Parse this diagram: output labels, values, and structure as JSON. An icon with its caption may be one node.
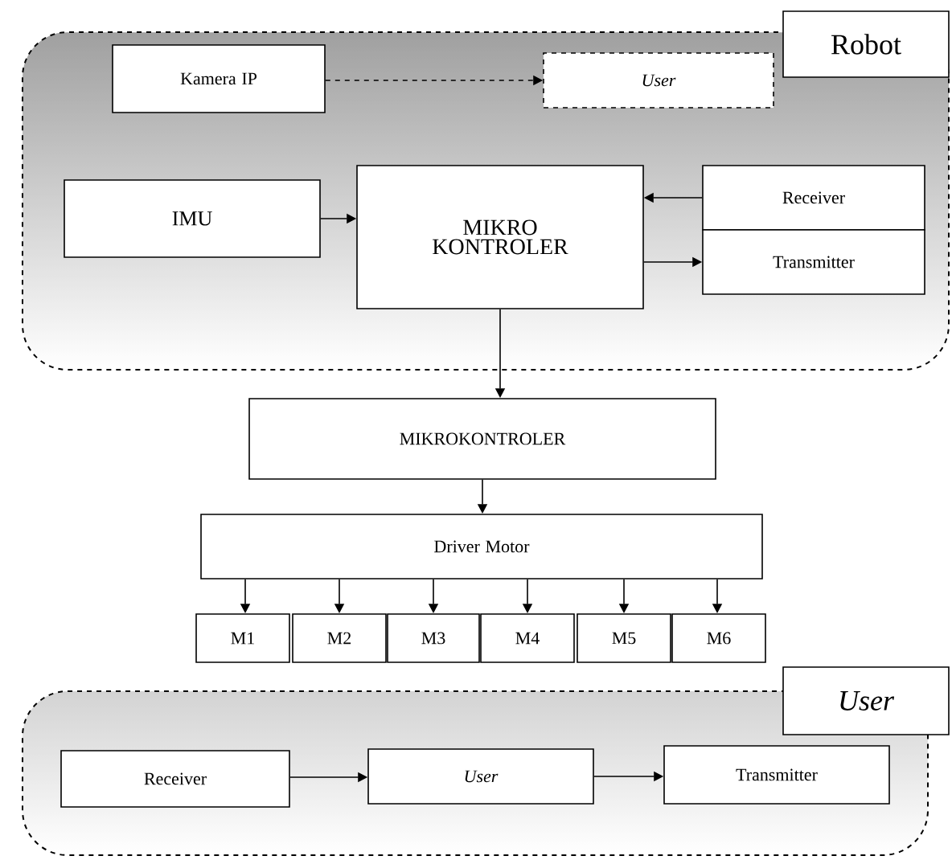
{
  "diagram": {
    "nodes": [
      {
        "text": [
          "Robot"
        ]
      },
      {
        "text": [
          "Kamera IP"
        ],
        "in": 0
      },
      {
        "text": [
          "User"
        ],
        "in": 0
      },
      {
        "text": [
          "IMU"
        ],
        "in": 0
      },
      {
        "text": [
          "MIKRO KONTROLER"
        ],
        "in": 0
      },
      {
        "text": [
          "Receiver"
        ],
        "in": 0
      },
      {
        "text": [
          "Transmitter"
        ],
        "in": 0
      },
      {
        "text": [
          "MIKROKONTROLER"
        ]
      },
      {
        "text": [
          "Driver Motor"
        ]
      },
      {
        "text": [
          "M1"
        ]
      },
      {
        "text": [
          "M2"
        ]
      },
      {
        "text": [
          "M3"
        ]
      },
      {
        "text": [
          "M4"
        ]
      },
      {
        "text": [
          "M5"
        ]
      },
      {
        "text": [
          "M6"
        ]
      },
      {
        "text": [
          "User"
        ]
      },
      {
        "text": [
          "Receiver"
        ],
        "in": 15
      },
      {
        "text": [
          "User"
        ],
        "in": 15
      },
      {
        "text": [
          "Transmitter"
        ],
        "in": 15
      }
    ],
    "edges": [
      {
        "from": 1,
        "to": 2,
        "arrow": "to",
        "style": "dashed"
      },
      {
        "from": 3,
        "to": 4,
        "arrow": "to"
      },
      {
        "from": 5,
        "to": 4,
        "arrow": "to"
      },
      {
        "from": 4,
        "to": 6,
        "arrow": "to"
      },
      {
        "from": 4,
        "to": 7,
        "arrow": "to"
      },
      {
        "from": 7,
        "to": 8,
        "arrow": "to"
      },
      {
        "from": 8,
        "to": 9,
        "arrow": "to"
      },
      {
        "from": 8,
        "to": 10,
        "arrow": "to"
      },
      {
        "from": 8,
        "to": 11,
        "arrow": "to"
      },
      {
        "from": 8,
        "to": 12,
        "arrow": "to"
      },
      {
        "from": 8,
        "to": 13,
        "arrow": "to"
      },
      {
        "from": 8,
        "to": 14,
        "arrow": "to"
      },
      {
        "from": 16,
        "to": 17,
        "arrow": "to"
      },
      {
        "from": 17,
        "to": 18,
        "arrow": "to"
      }
    ]
  }
}
